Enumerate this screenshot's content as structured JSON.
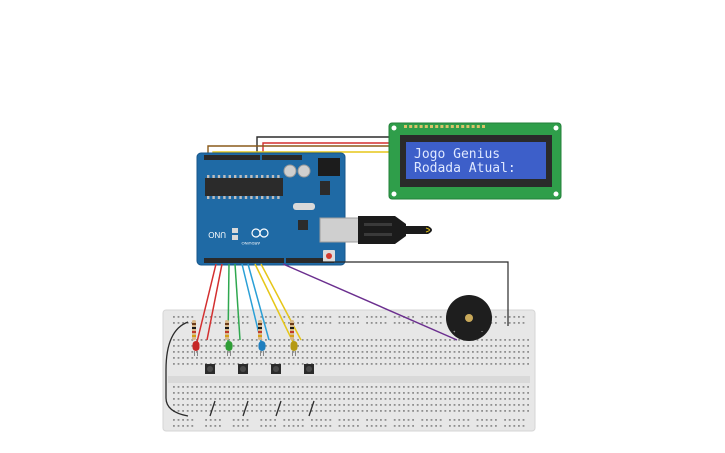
{
  "lcd": {
    "line1": "Jogo Genius",
    "line2": "Rodada Atual:",
    "screen_color": "#3d5fc9",
    "board_color": "#2f9e4a"
  },
  "arduino": {
    "label": "UNO",
    "brand": "ARDUINO",
    "board_color": "#1f6aa5"
  },
  "leds": [
    {
      "name": "red",
      "color": "#c62828"
    },
    {
      "name": "green",
      "color": "#2e9d35"
    },
    {
      "name": "blue",
      "color": "#1f7fbf"
    },
    {
      "name": "yellow",
      "color": "#b59a14"
    }
  ],
  "buttons": [
    {
      "name": "button-1"
    },
    {
      "name": "button-2"
    },
    {
      "name": "button-3"
    },
    {
      "name": "button-4"
    }
  ],
  "buzzer": {
    "plus": "+",
    "minus": "−"
  },
  "wire_colors": {
    "black": "#2b2b2b",
    "red": "#d32f2f",
    "yellow": "#e6c619",
    "green": "#2fa84f",
    "blue": "#2a9fd6",
    "purple": "#6b2f8f",
    "orange": "#e08a1c"
  }
}
